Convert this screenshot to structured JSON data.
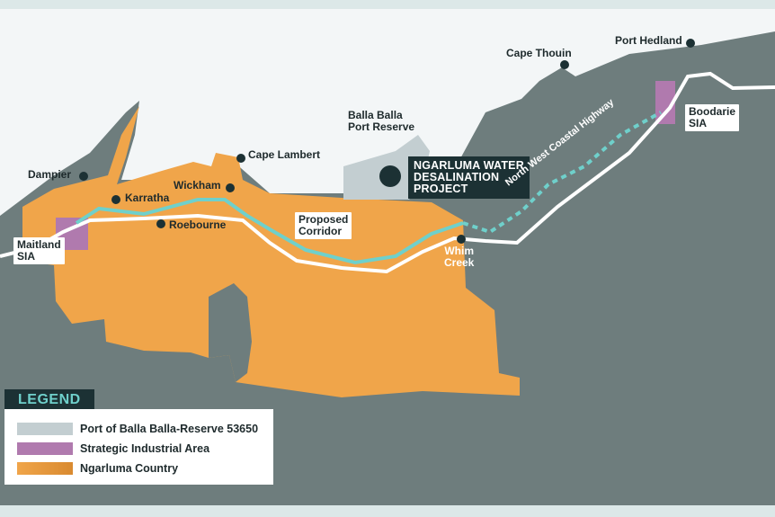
{
  "colors": {
    "sea": "#f3f6f7",
    "land": "#6e7d7d",
    "ngarluma": "#f0a54a",
    "port": "#c3ced1",
    "sia": "#b07aae",
    "corridor": "#6fd0cb",
    "road": "#ffffff",
    "strip": "#dce8e8"
  },
  "places": {
    "port_hedland": "Port Hedland",
    "cape_thouin": "Cape Thouin",
    "balla_balla": "Balla Balla\nPort Reserve",
    "cape_lambert": "Cape Lambert",
    "dampier": "Dampier",
    "karratha": "Karratha",
    "wickham": "Wickham",
    "roebourne": "Roebourne",
    "whim_creek": "Whim\nCreek"
  },
  "boxes": {
    "boodarie": "Boodarie\nSIA",
    "maitland": "Maitland\nSIA",
    "corridor": "Proposed\nCorridor",
    "project": "NGARLUMA WATER\nDESALINATION\nPROJECT"
  },
  "highway": "North West Coastal Highway",
  "legend": {
    "title": "LEGEND",
    "items": [
      {
        "label": "Port of Balla Balla-Reserve 53650",
        "color": "#c3ced1"
      },
      {
        "label": "Strategic Industrial Area",
        "color": "#b07aae"
      },
      {
        "label": "Ngarluma Country",
        "color": "#f0a54a"
      }
    ]
  }
}
